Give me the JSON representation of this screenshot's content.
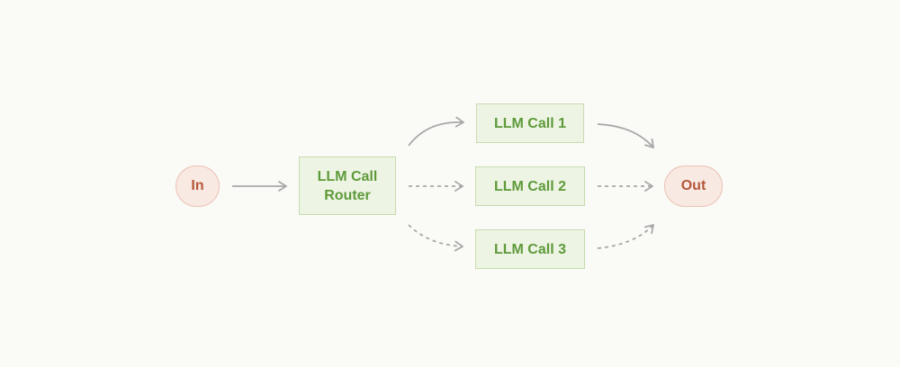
{
  "diagram": {
    "input": "In",
    "output": "Out",
    "router": {
      "line1": "LLM Call",
      "line2": "Router"
    },
    "calls": [
      "LLM Call 1",
      "LLM Call 2",
      "LLM Call 3"
    ]
  },
  "colors": {
    "background": "#fafaf7",
    "io_fill": "#f8e9e3",
    "io_border": "#ecc3b5",
    "io_text": "#b5573a",
    "llm_fill": "#eef4e4",
    "llm_border": "#c8dcaf",
    "llm_text": "#5e9a3a",
    "arrow": "#a8a8a8"
  }
}
